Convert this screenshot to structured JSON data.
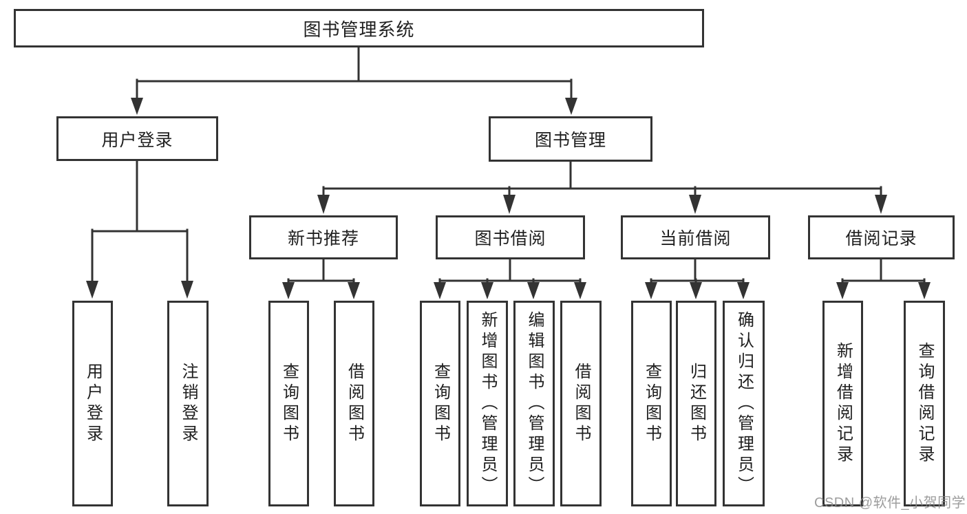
{
  "diagram": {
    "tree": {
      "label": "图书管理系统",
      "children": [
        {
          "label": "用户登录",
          "children": [
            {
              "label": "用户登录"
            },
            {
              "label": "注销登录"
            }
          ]
        },
        {
          "label": "图书管理",
          "children": [
            {
              "label": "新书推荐",
              "children": [
                {
                  "label": "查询图书"
                },
                {
                  "label": "借阅图书"
                }
              ]
            },
            {
              "label": "图书借阅",
              "children": [
                {
                  "label": "查询图书"
                },
                {
                  "label": "新增图书（管理员）"
                },
                {
                  "label": "编辑图书（管理员）"
                },
                {
                  "label": "借阅图书"
                }
              ]
            },
            {
              "label": "当前借阅",
              "children": [
                {
                  "label": "查询图书"
                },
                {
                  "label": "归还图书"
                },
                {
                  "label": "确认归还（管理员）"
                }
              ]
            },
            {
              "label": "借阅记录",
              "children": [
                {
                  "label": "新增借阅记录"
                },
                {
                  "label": "查询借阅记录"
                }
              ]
            }
          ]
        }
      ]
    }
  },
  "watermark": "CSDN @软件_小贺同学",
  "colors": {
    "line": "#333333",
    "text": "#1f1f1f",
    "box_fill": "#ffffff",
    "watermark": "#8c8c8c",
    "background": "#ffffff"
  }
}
